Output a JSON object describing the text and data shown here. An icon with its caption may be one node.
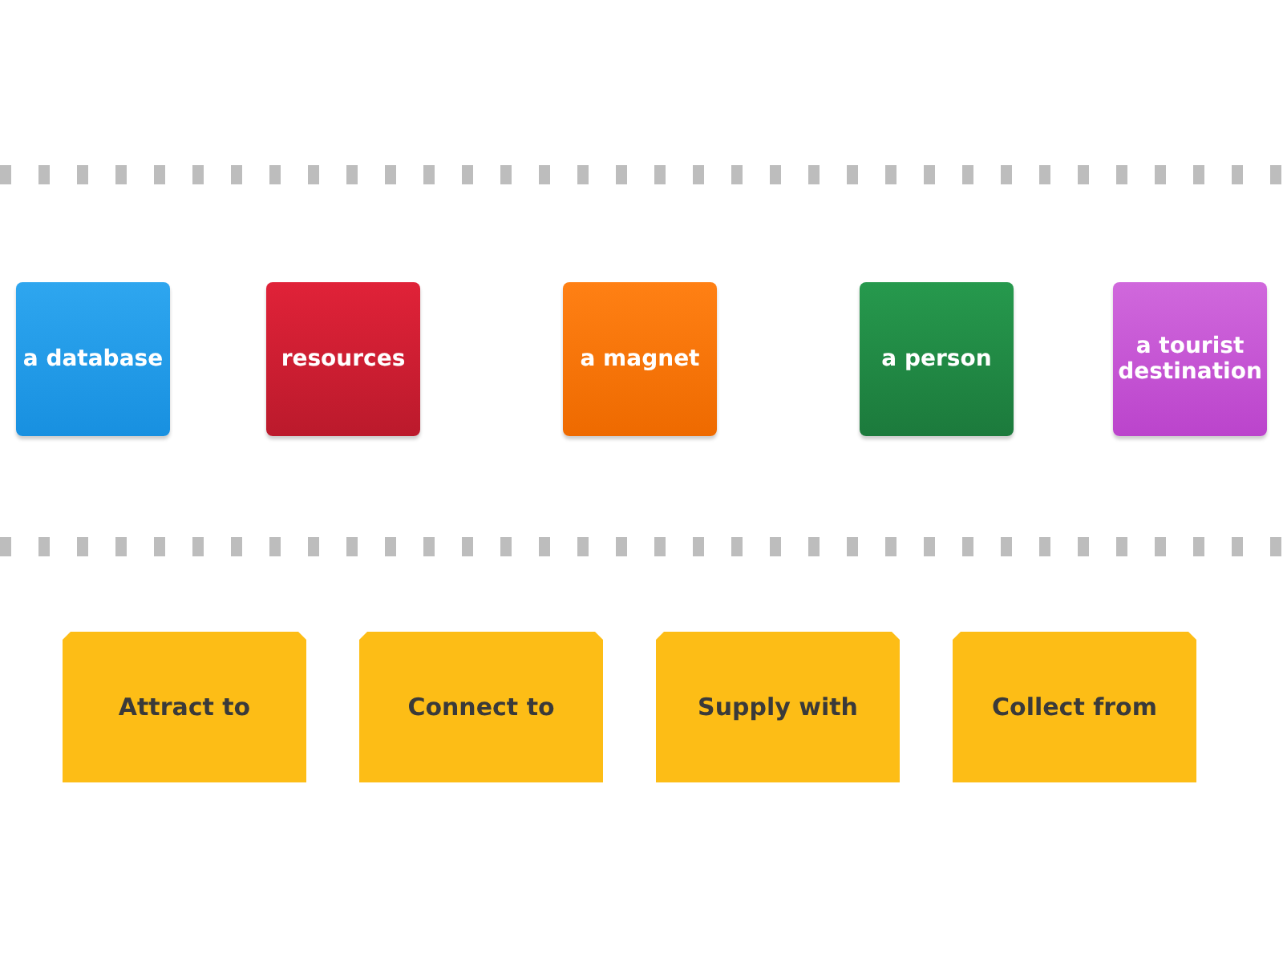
{
  "diagram": {
    "nodes": [
      {
        "text": [
          "a database"
        ]
      },
      {
        "text": [
          "resources"
        ]
      },
      {
        "text": [
          "a magnet"
        ]
      },
      {
        "text": [
          "a person"
        ]
      },
      {
        "text": [
          "a tourist destination"
        ]
      },
      {
        "text": [
          "Attract to"
        ]
      },
      {
        "text": [
          "Connect to"
        ]
      },
      {
        "text": [
          "Supply with"
        ]
      },
      {
        "text": [
          "Collect from"
        ]
      }
    ],
    "edges": []
  }
}
